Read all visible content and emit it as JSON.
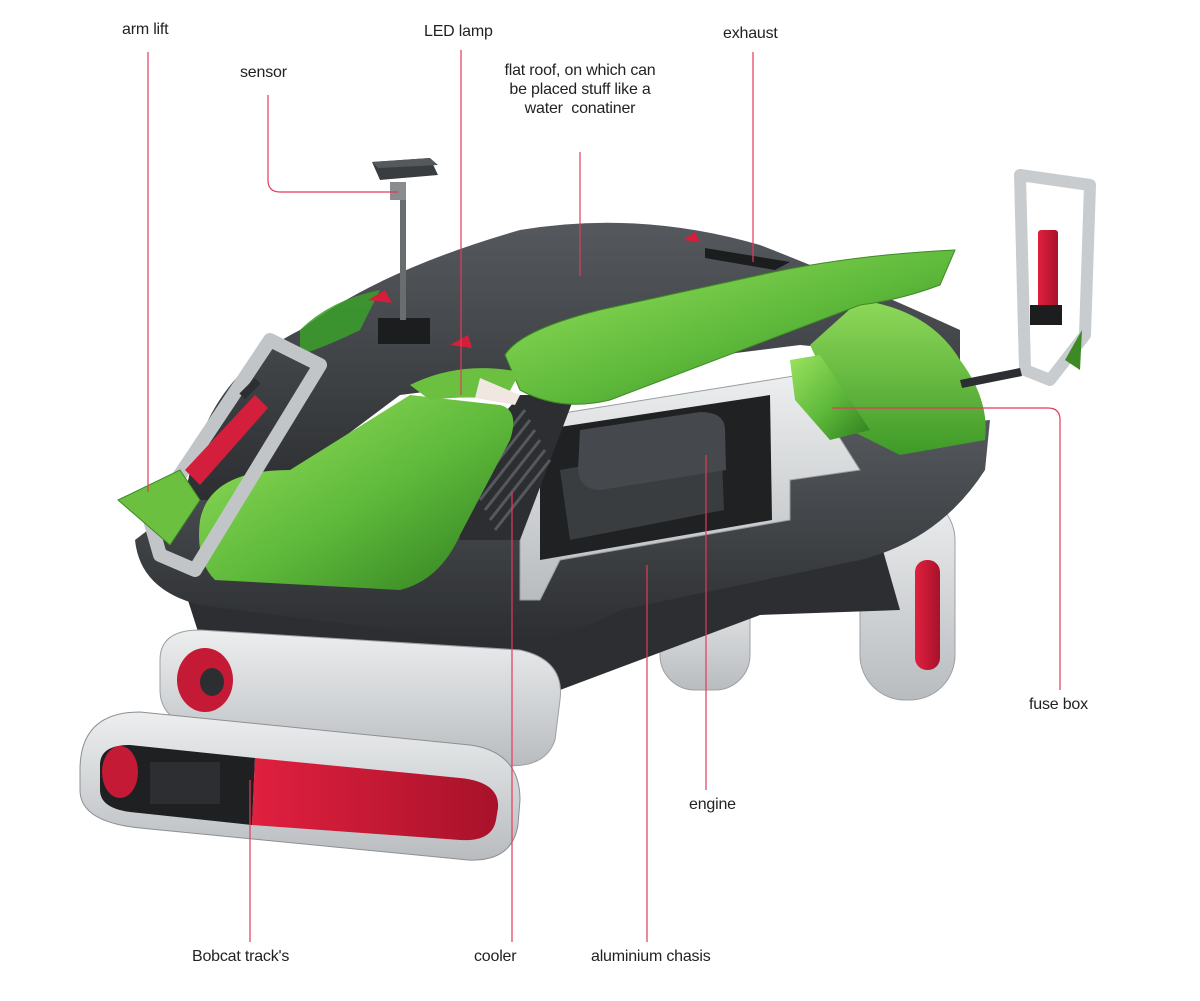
{
  "colors": {
    "body_green": "#5db83a",
    "body_green_light": "#8ed85a",
    "body_dark": "#3a3d40",
    "chassis_grey": "#c9cbcd",
    "accent_red": "#d41f3c",
    "leader_line": "#e43a5a",
    "label_text": "#222222"
  },
  "labels": {
    "arm_lift": "arm lift",
    "sensor": "sensor",
    "led_lamp": "LED lamp",
    "flat_roof": "flat roof, on which can\nbe placed stuff like a\nwater  conatiner",
    "exhaust": "exhaust",
    "fuse_box": "fuse box",
    "engine": "engine",
    "bobcat_tracks": "Bobcat track's",
    "cooler": "cooler",
    "aluminium_chasis": "aluminium chasis"
  }
}
